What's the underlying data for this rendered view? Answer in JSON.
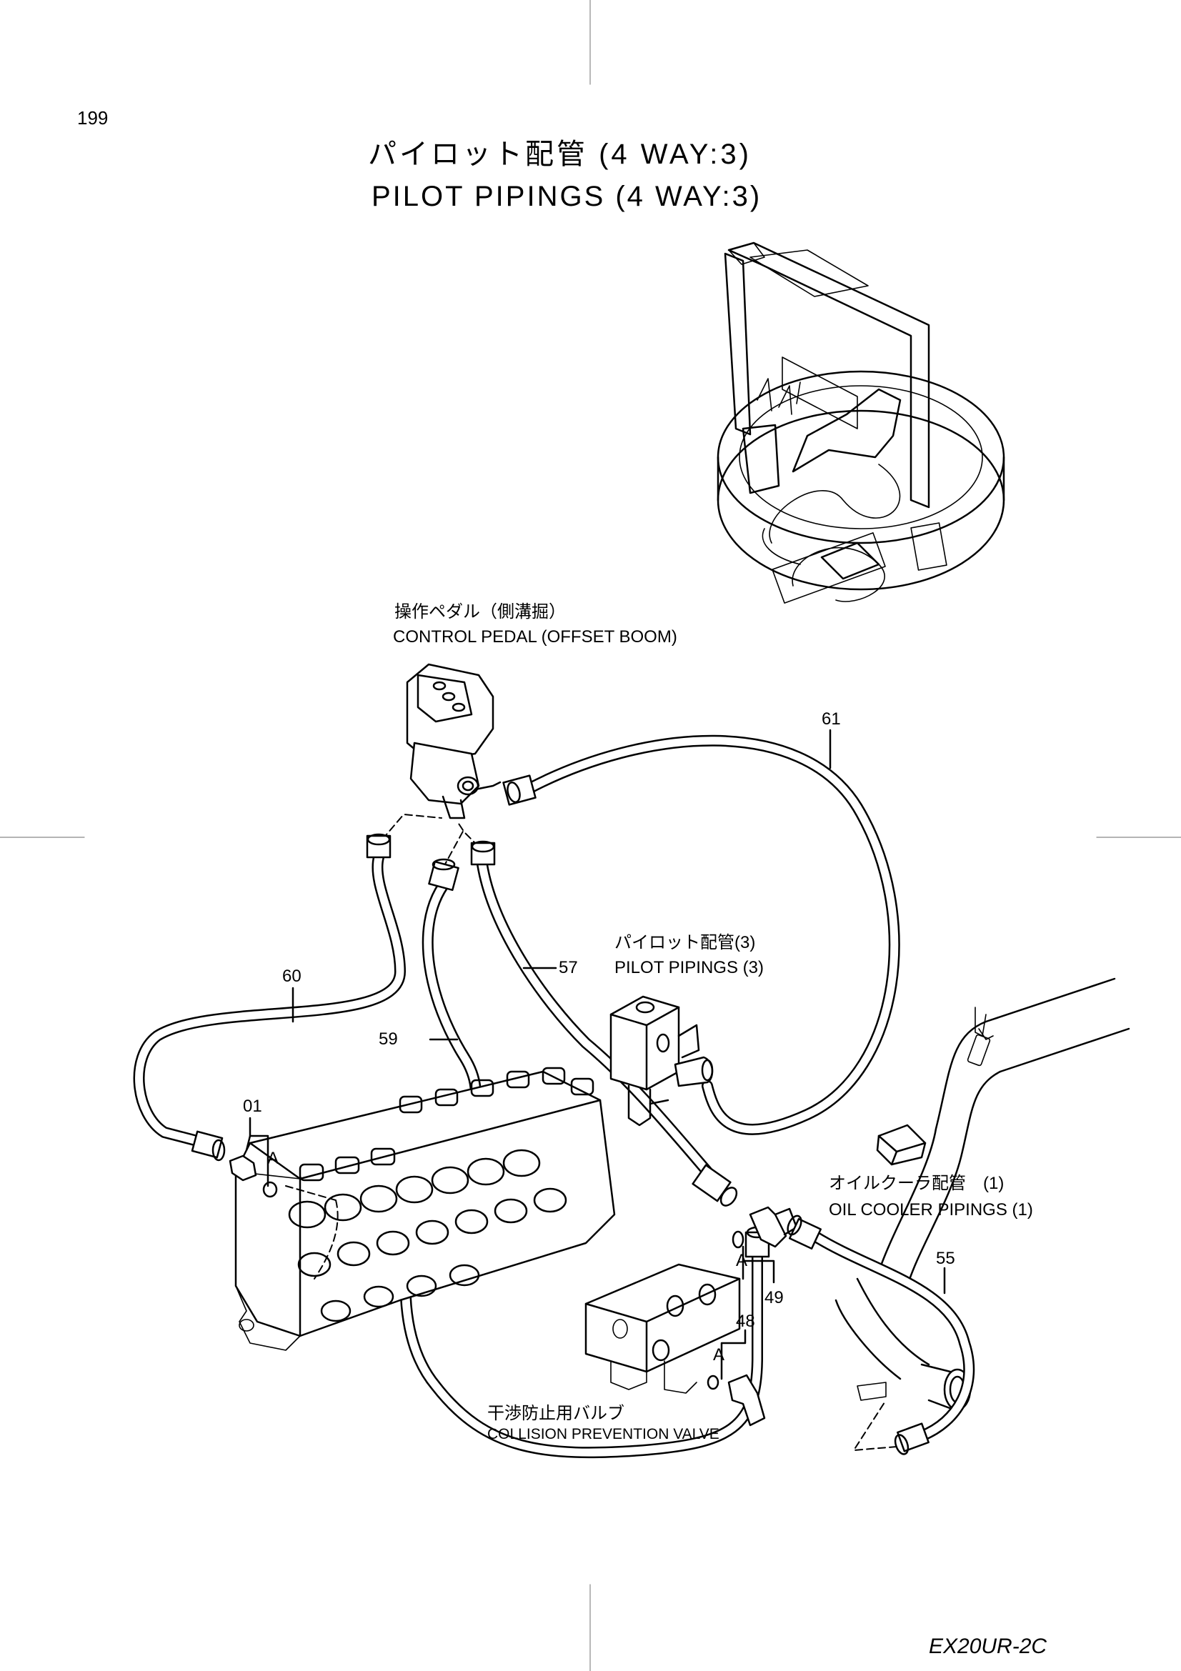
{
  "page_number": "199",
  "title_jp": "パイロット配管 (4 WAY:3)",
  "title_en": "PILOT PIPINGS (4 WAY:3)",
  "labels": {
    "control_pedal_jp": "操作ペダル（側溝掘）",
    "control_pedal_en": "CONTROL PEDAL (OFFSET BOOM)",
    "pilot_pipings_jp": "パイロット配管(3)",
    "pilot_pipings_en": "PILOT PIPINGS (3)",
    "oil_cooler_jp": "オイルクーラ配管　(1)",
    "oil_cooler_en": "OIL COOLER PIPINGS (1)",
    "collision_valve_jp": "干渉防止用バルブ",
    "collision_valve_en": "COLLISION PREVENTION VALVE"
  },
  "part_numbers": {
    "p61": "61",
    "p60": "60",
    "p57": "57",
    "p59": "59",
    "p01": "01",
    "p55": "55",
    "p49": "49",
    "p48": "48"
  },
  "view_marks": {
    "a1": "A",
    "a2": "A",
    "a3": "A"
  },
  "model": "EX20UR-2C"
}
